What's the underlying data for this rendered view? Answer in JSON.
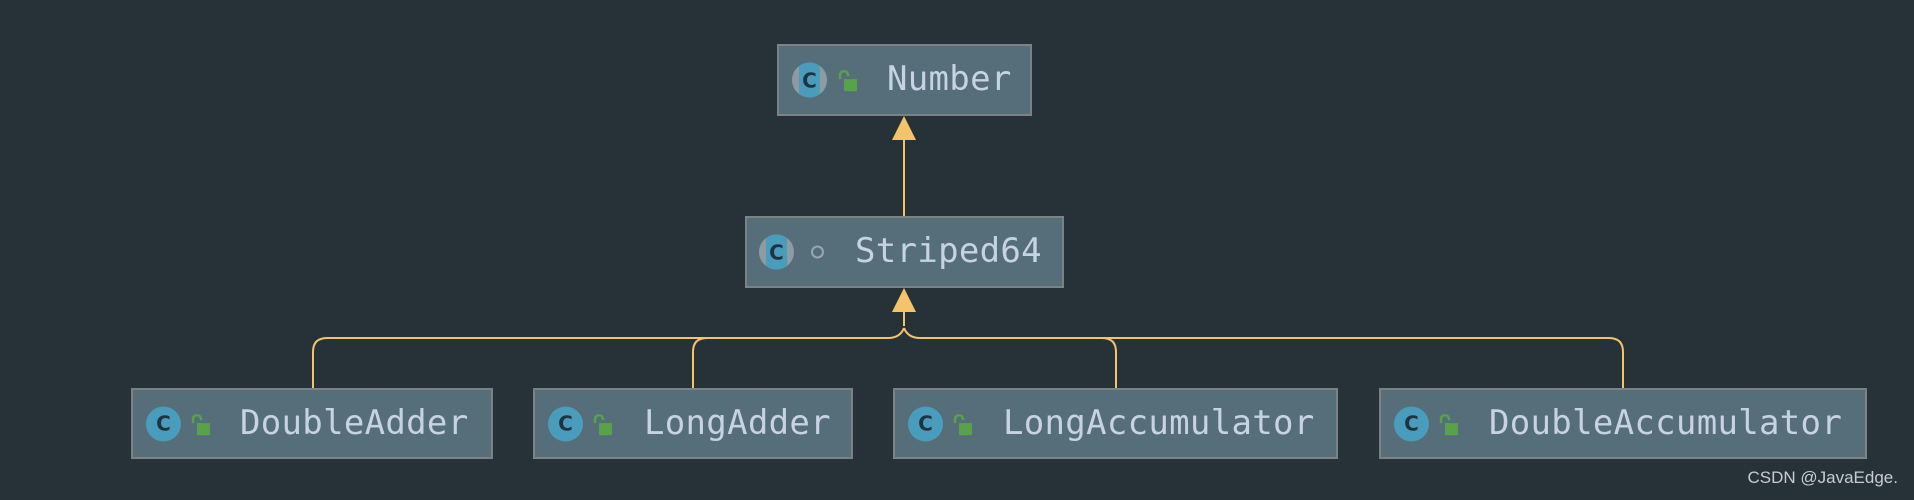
{
  "diagram": {
    "type": "class-hierarchy",
    "colors": {
      "background": "#263238",
      "node_fill": "#556e7a",
      "node_border": "#7a8286",
      "text": "#c7d2e2",
      "edge": "#f5c36a",
      "class_icon": "#4a9cbd",
      "public_lock": "#5aa14c"
    },
    "nodes": [
      {
        "id": "number",
        "label": "Number",
        "icon": "abstract-class-icon",
        "visibility": "public-icon"
      },
      {
        "id": "striped64",
        "label": "Striped64",
        "icon": "abstract-class-icon",
        "visibility": "package-private-icon"
      },
      {
        "id": "double-adder",
        "label": "DoubleAdder",
        "icon": "class-icon",
        "visibility": "public-icon"
      },
      {
        "id": "long-adder",
        "label": "LongAdder",
        "icon": "class-icon",
        "visibility": "public-icon"
      },
      {
        "id": "long-accumulator",
        "label": "LongAccumulator",
        "icon": "class-icon",
        "visibility": "public-icon"
      },
      {
        "id": "double-accumulator",
        "label": "DoubleAccumulator",
        "icon": "class-icon",
        "visibility": "public-icon"
      }
    ],
    "edges": [
      {
        "from": "Striped64",
        "to": "Number",
        "kind": "extends"
      },
      {
        "from": "DoubleAdder",
        "to": "Striped64",
        "kind": "extends"
      },
      {
        "from": "LongAdder",
        "to": "Striped64",
        "kind": "extends"
      },
      {
        "from": "LongAccumulator",
        "to": "Striped64",
        "kind": "extends"
      },
      {
        "from": "DoubleAccumulator",
        "to": "Striped64",
        "kind": "extends"
      }
    ],
    "icon_letter": "C"
  },
  "watermark": "CSDN @JavaEdge."
}
